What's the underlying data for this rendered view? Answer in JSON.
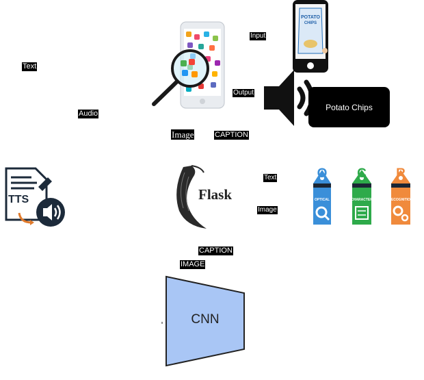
{
  "labels": {
    "text_left": "Text",
    "audio_left": "Audio",
    "input": "Input",
    "output": "Output",
    "image_center": "Image",
    "caption_top": "CAPTION",
    "text_right": "Text",
    "image_right": "Image",
    "caption_mid": "CAPTION",
    "image_mid": "IMAGE"
  },
  "output_box": {
    "text": "Potato Chips"
  },
  "phone_snack": {
    "line1": "POTATO",
    "line2": "CHIPS"
  },
  "tts_icon": {
    "text": "TTS"
  },
  "flask_logo": {
    "text": "Flask"
  },
  "ocr_tags": [
    {
      "letter": "O",
      "word": "OPTICAL",
      "color": "#3a8fd9"
    },
    {
      "letter": "C",
      "word": "CHARACTER",
      "color": "#2eaa4a"
    },
    {
      "letter": "R",
      "word": "RECOGNITION",
      "color": "#f08a3c"
    }
  ],
  "cnn_block": {
    "text": "CNN",
    "fill": "#a9c6f5"
  },
  "colors": {
    "label_bg": "#000000",
    "label_fg": "#ffffff"
  }
}
